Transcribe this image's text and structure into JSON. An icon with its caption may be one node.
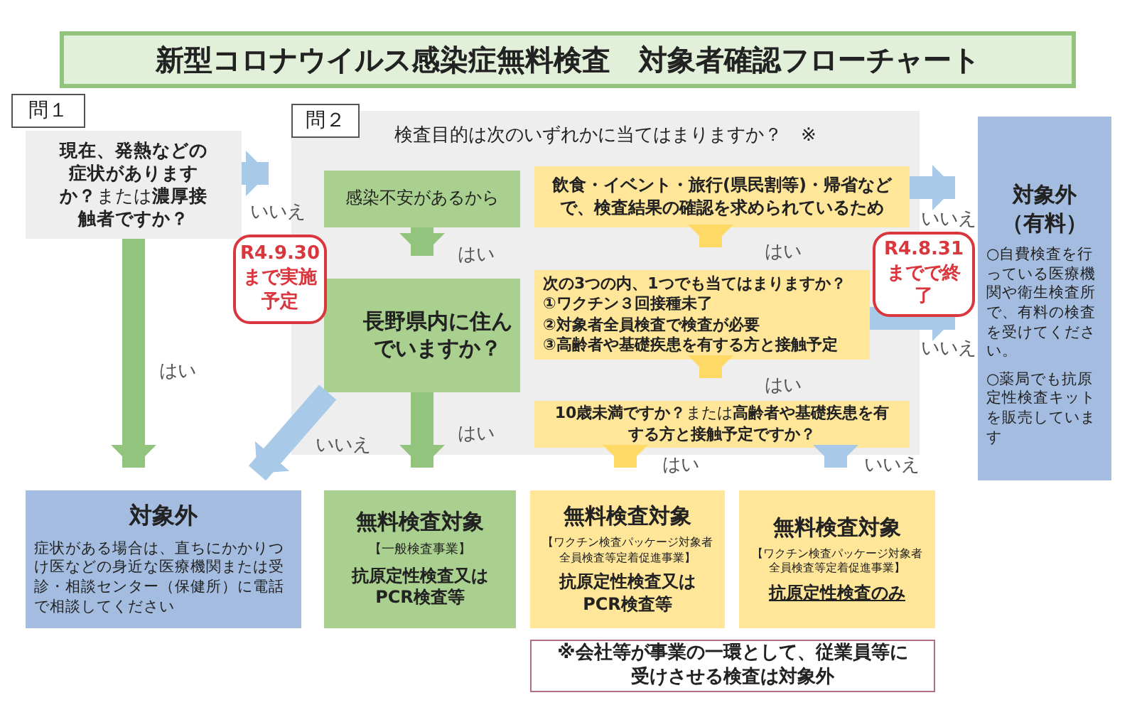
{
  "diagram": {
    "title": "新型コロナウイルス感染症無料検査　対象者確認フローチャート",
    "nodes": [
      {
        "text": [
          "問１"
        ]
      },
      {
        "text": [
          "**現在、発熱などの症状がありますか？**または**濃厚接触者ですか？**"
        ]
      },
      {
        "text": [
          "検査目的は次のいずれかに当てはまりますか？　※"
        ]
      },
      {
        "text": [
          "問２"
        ],
        "in": 2
      },
      {
        "text": [
          "感染不安があるから"
        ],
        "in": 2
      },
      {
        "text": [
          "飲食・イベント・旅行(県民割等)・帰省などで、検査結果の確認を求められているため"
        ],
        "in": 2
      },
      {
        "text": [
          "長野県内に住んでいますか？"
        ],
        "in": 2
      },
      {
        "text": [
          "次の3つの内、1つでも当てはまりますか？",
          "①ワクチン３回接種未了",
          "②対象者全員検査で検査が必要",
          "③高齢者や基礎疾患を有する方と接触予定"
        ],
        "in": 2
      },
      {
        "text": [
          "**10歳未満ですか？**または**高齢者や基礎疾患を有する方と接触予定ですか？**"
        ],
        "in": 2
      },
      {
        "text": [
          "R4.9.30まで実施予定"
        ]
      },
      {
        "text": [
          "R4.8.31までで終了"
        ]
      },
      {
        "text": [
          "対象外（有料）",
          "○自費検査を行っている医療機関や衛生検査所で、有料の検査を受けてください。",
          "○薬局でも抗原定性検査キットを販売しています"
        ]
      },
      {
        "text": [
          "対象外",
          "症状がある場合は、直ちにかかりつけ医などの身近な医療機関または受診・相談センター（保健所）に電話で相談してください"
        ]
      },
      {
        "text": [
          "無料検査対象",
          "【一般検査事業】",
          "抗原定性検査又はPCR検査等"
        ]
      },
      {
        "text": [
          "無料検査対象",
          "【ワクチン検査パッケージ対象者全員検査等定着促進事業】",
          "抗原定性検査又はPCR検査等"
        ]
      },
      {
        "text": [
          "無料検査対象",
          "【ワクチン検査パッケージ対象者全員検査等定着促進事業】",
          "抗原定性検査のみ"
        ]
      },
      {
        "text": [
          "※会社等が事業の一環として、従業員等に受けさせる検査は対象外"
        ]
      }
    ],
    "edges": [
      {
        "from": 1,
        "to": 2,
        "arrow": "to",
        "label": "いいえ"
      },
      {
        "from": 1,
        "to": 12,
        "arrow": "to",
        "label": "はい",
        "color": "#93c47d"
      },
      {
        "from": 4,
        "to": 6,
        "arrow": "to",
        "label": "はい",
        "color": "#93c47d"
      },
      {
        "from": 6,
        "to": 13,
        "arrow": "to",
        "label": "はい",
        "color": "#93c47d"
      },
      {
        "from": 6,
        "to": 12,
        "arrow": "to",
        "label": "いいえ"
      },
      {
        "from": 5,
        "to": 11,
        "arrow": "to",
        "label": "いいえ"
      },
      {
        "from": 5,
        "to": 7,
        "arrow": "to",
        "label": "はい",
        "color": "#ffd966"
      },
      {
        "from": 7,
        "to": 11,
        "arrow": "to",
        "label": "いいえ"
      },
      {
        "from": 7,
        "to": 8,
        "arrow": "to",
        "label": "はい",
        "color": "#ffd966"
      },
      {
        "from": 8,
        "to": 14,
        "arrow": "to",
        "label": "はい",
        "color": "#ffd966"
      },
      {
        "from": 8,
        "to": 15,
        "arrow": "to",
        "label": "いいえ"
      }
    ]
  }
}
